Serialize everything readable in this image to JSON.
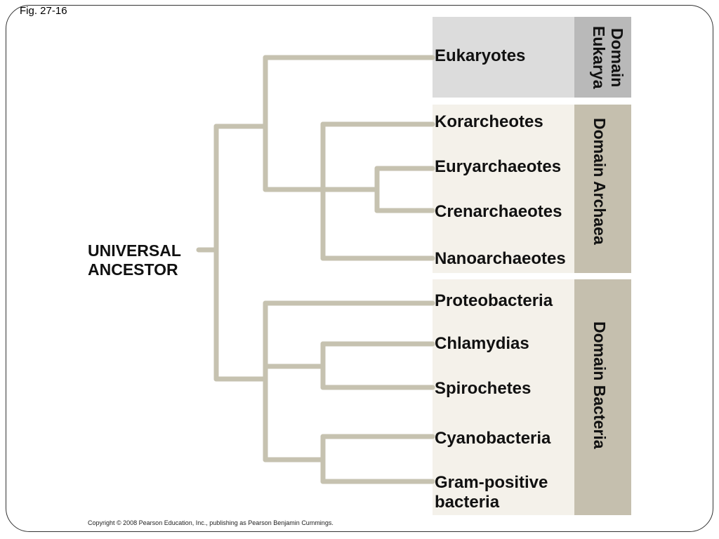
{
  "figure_label": "Fig. 27-16",
  "root": {
    "line1": "UNIVERSAL",
    "line2": "ANCESTOR"
  },
  "domains": {
    "eukarya": {
      "line1": "Domain",
      "line2": "Eukarya"
    },
    "archaea": "Domain Archaea",
    "bacteria": "Domain Bacteria"
  },
  "taxa": {
    "eukaryotes": "Eukaryotes",
    "korarcheotes": "Korarcheotes",
    "euryarchaeotes": "Euryarchaeotes",
    "crenarchaeotes": "Crenarchaeotes",
    "nanoarchaeotes": "Nanoarchaeotes",
    "proteobacteria": "Proteobacteria",
    "chlamydias": "Chlamydias",
    "spirochetes": "Spirochetes",
    "cyanobacteria": "Cyanobacteria",
    "gram_positive_line1": "Gram-positive",
    "gram_positive_line2": "bacteria"
  },
  "copyright": "Copyright © 2008 Pearson Education, Inc., publishing as Pearson Benjamin Cummings.",
  "colors": {
    "branch": "#c6c2b0",
    "eukarya_panel": "#dcdcdc",
    "eukarya_bar": "#b9b9b9",
    "prokaryote_panel": "#f4f1ea",
    "prokaryote_bar": "#c5bfae"
  }
}
